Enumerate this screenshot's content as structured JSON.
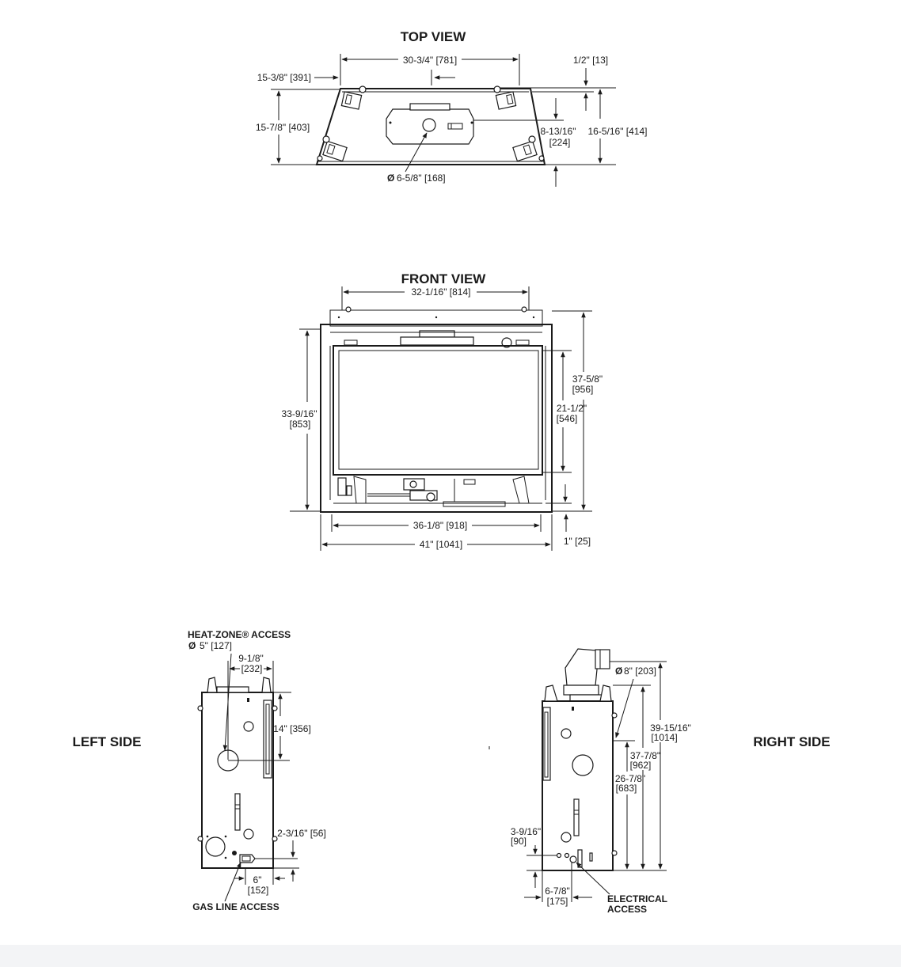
{
  "views": {
    "top": {
      "title": "TOP VIEW",
      "dims": {
        "width": "30-3/4\" [781]",
        "left_offset": "15-3/8\" [391]",
        "half_inch": "1/2\" [13]",
        "depth": "15-7/8\" [403]",
        "flue_center": "8-13/16\"",
        "flue_center_mm": "[224]",
        "total_depth": "16-5/16\" [414]",
        "flue_diameter": "6-5/8\" [168]"
      }
    },
    "front": {
      "title": "FRONT VIEW",
      "dims": {
        "top_width": "32-1/16\" [814]",
        "overall_height": "37-5/8\"",
        "overall_height_mm": "[956]",
        "left_height": "33-9/16\"",
        "left_height_mm": "[853]",
        "glass_height": "21-1/2\"",
        "glass_height_mm": "[546]",
        "inner_width": "36-1/8\" [918]",
        "overall_width": "41\" [1041]",
        "base": "1\" [25]"
      }
    },
    "left": {
      "title": "LEFT SIDE",
      "heat_zone_label": "HEAT-ZONE® ACCESS",
      "heat_zone_dia": "5\" [127]",
      "dims": {
        "top_offset": "9-1/8\"",
        "top_offset_mm": "[232]",
        "heat_zone_height": "14\" [356]",
        "gas_height": "2-3/16\" [56]",
        "gas_offset": "6\"",
        "gas_offset_mm": "[152]"
      },
      "gas_label": "GAS LINE ACCESS"
    },
    "right": {
      "title": "RIGHT SIDE",
      "dims": {
        "vent_dia": "8\" [203]",
        "total_height": "39-15/16\"",
        "total_height_mm": "[1014]",
        "top_height": "37-7/8\"",
        "top_height_mm": "[962]",
        "mid_height": "26-7/8\"",
        "mid_height_mm": "[683]",
        "elec_height": "3-9/16\"",
        "elec_height_mm": "[90]",
        "elec_offset": "6-7/8\"",
        "elec_offset_mm": "[175]"
      },
      "elec_label_1": "ELECTRICAL",
      "elec_label_2": "ACCESS"
    },
    "diameter_symbol": "Ø"
  },
  "colors": {
    "ink": "#1a1a1a",
    "background": "#ffffff",
    "footer": "#f3f4f6"
  }
}
